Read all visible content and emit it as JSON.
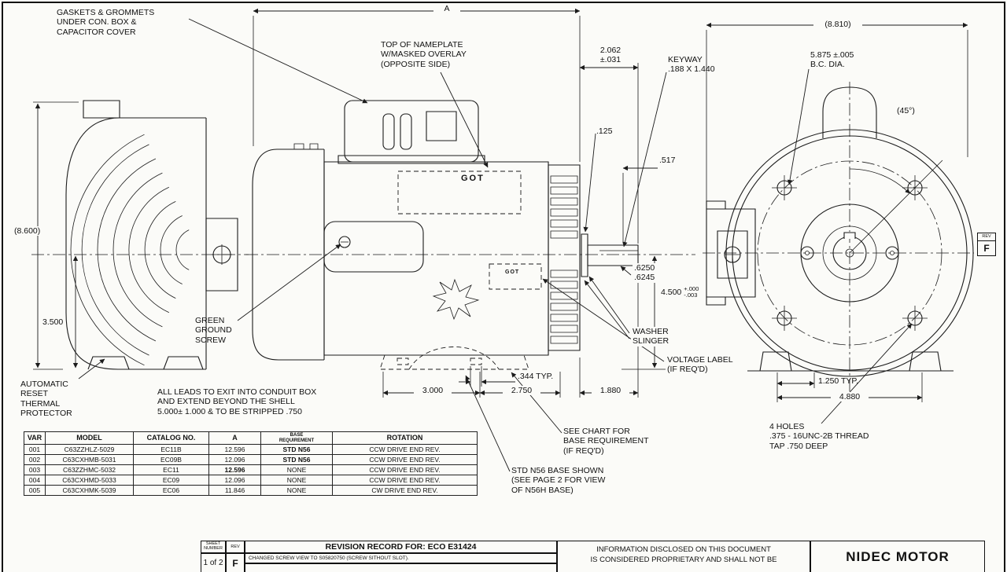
{
  "drawing": {
    "labels": {
      "gaskets": "GASKETS & GROMMETS\nUNDER CON. BOX &\nCAPACITOR COVER",
      "nameplate_note": "TOP OF NAMEPLATE\nW/MASKED OVERLAY\n(OPPOSITE SIDE)",
      "keyway": "KEYWAY\n.188 X 1.440",
      "bc_dia": "5.875 ±.005\nB.C. DIA.",
      "green_ground": "GREEN\nGROUND\nSCREW",
      "washer_slinger": "WASHER\nSLINGER",
      "auto_reset": "AUTOMATIC\nRESET\nTHERMAL\nPROTECTOR",
      "all_leads": "ALL LEADS TO EXIT INTO CONDUIT BOX\nAND EXTEND BEYOND THE SHELL\n5.000± 1.000 & TO BE STRIPPED .750",
      "voltage": "VOLTAGE LABEL\n(IF REQ'D)",
      "see_chart": "SEE CHART FOR\nBASE REQUIREMENT\n(IF REQ'D)",
      "four_holes": "4 HOLES\n.375 - 16UNC-2B THREAD\nTAP .750 DEEP",
      "std_n56": "STD N56 BASE SHOWN\n(SEE PAGE 2 FOR VIEW\nOF N56H BASE)"
    },
    "dims": {
      "a": "A",
      "d8810": "(8.810)",
      "d8600": "(8.600)",
      "d3500": "3.500",
      "d2062": "2.062\n±.031",
      "d45deg": "(45°)",
      "d125": ".125",
      "d517": ".517",
      "d625": ".6250\n.6245",
      "d4500": "4.500",
      "d4500_tol": "+.000\n-.003",
      "d3000": "3.000",
      "d2750": "2.750",
      "d1880": "1.880",
      "d344": ".344 TYP.",
      "d1250": "1.250 TYP.",
      "d4880": "4.880"
    },
    "logos": {
      "main": "GOT",
      "small": "GOT"
    }
  },
  "rev_badge": {
    "label": "REV",
    "value": "F"
  },
  "table": {
    "headers": [
      "VAR",
      "MODEL",
      "CATALOG NO.",
      "A",
      "BASE\nREQUIREMENT",
      "ROTATION"
    ],
    "rows": [
      [
        "001",
        "C63ZZHLZ-5029",
        "EC11B",
        "12.596",
        "STD N56",
        "CCW DRIVE END REV."
      ],
      [
        "002",
        "C63CXHMB-5031",
        "EC09B",
        "12.096",
        "STD N56",
        "CCW DRIVE END REV."
      ],
      [
        "003",
        "C63ZZHMC-5032",
        "EC11",
        "12.596",
        "NONE",
        "CCW DRIVE END REV."
      ],
      [
        "004",
        "C63CXHMD-5033",
        "EC09",
        "12.096",
        "NONE",
        "CCW DRIVE END REV."
      ],
      [
        "005",
        "C63CXHMK-5039",
        "EC06",
        "11.846",
        "NONE",
        "CW DRIVE END REV."
      ]
    ],
    "bold_cells": [
      [
        0,
        4
      ],
      [
        1,
        4
      ],
      [
        2,
        3
      ]
    ]
  },
  "title_block": {
    "sheet_label": "SHEET\nNUMBER",
    "sheet_value": "1 of 2",
    "rev_label": "REV",
    "rev_value": "F",
    "revision_title": "REVISION RECORD FOR:  ECO  E31424",
    "revision_note": "CHANGED SCREW VIEW TO S05820750 (SCREW SITHOUT SLOT).",
    "info_text": "INFORMATION DISCLOSED ON THIS DOCUMENT\nIS CONSIDERED PROPRIETARY AND SHALL NOT BE",
    "company": "NIDEC MOTOR"
  }
}
